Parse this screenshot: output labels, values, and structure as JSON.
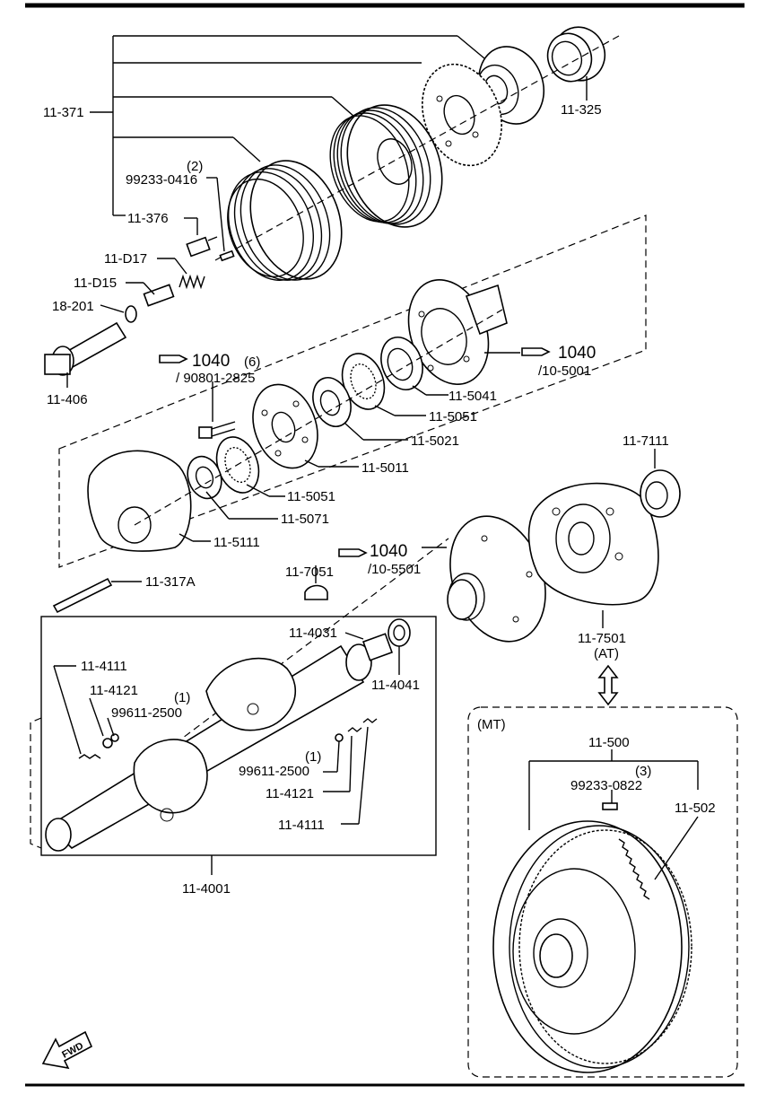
{
  "labels": {
    "l_11_371": "11-371",
    "l_11_325": "11-325",
    "l_99233_0416": "99233-0416",
    "l_q2": "(2)",
    "l_11_376": "11-376",
    "l_11_D17": "11-D17",
    "l_11_D15": "11-D15",
    "l_18_201": "18-201",
    "l_11_406": "11-406",
    "l_1040a": "1040",
    "l_q6": "(6)",
    "l_90801_2825": "/ 90801-2825",
    "l_1040b": "1040",
    "l_10_5001": "/10-5001",
    "l_11_5041": "11-5041",
    "l_11_5051a": "11-5051",
    "l_11_5021": "11-5021",
    "l_11_5011": "11-5011",
    "l_11_5051b": "11-5051",
    "l_11_5071": "11-5071",
    "l_11_5111": "11-5111",
    "l_11_7111": "11-7111",
    "l_1040c": "1040",
    "l_10_5501": "/10-5501",
    "l_11_317A": "11-317A",
    "l_11_7051": "11-7051",
    "l_11_4031": "11-4031",
    "l_11_4041": "11-4041",
    "l_11_4111a": "11-4111",
    "l_11_4121a": "11-4121",
    "l_q1a": "(1)",
    "l_99611_2500a": "99611-2500",
    "l_q1b": "(1)",
    "l_99611_2500b": "99611-2500",
    "l_11_4121b": "11-4121",
    "l_11_4111b": "11-4111",
    "l_11_4001": "11-4001",
    "l_11_7501": "11-7501",
    "l_AT": "(AT)",
    "l_MT": "(MT)",
    "l_11_500": "11-500",
    "l_q3": "(3)",
    "l_99233_0822": "99233-0822",
    "l_11_502": "11-502",
    "l_FWD": "FWD"
  }
}
